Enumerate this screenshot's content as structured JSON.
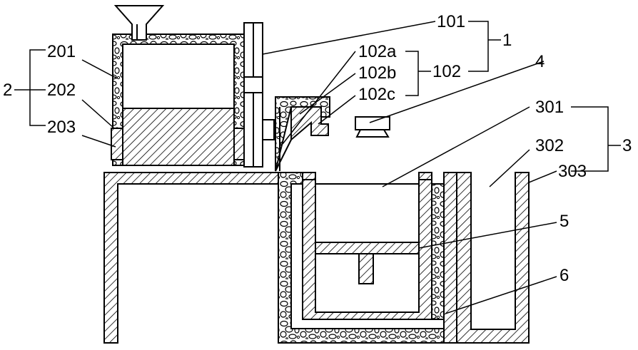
{
  "labels": {
    "l101": "101",
    "l1": "1",
    "l102a": "102a",
    "l102b": "102b",
    "l102": "102",
    "l102c": "102c",
    "l4": "4",
    "l201": "201",
    "l2": "2",
    "l202": "202",
    "l203": "203",
    "l301": "301",
    "l3": "3",
    "l302": "302",
    "l303": "303",
    "l5": "5",
    "l6": "6"
  }
}
